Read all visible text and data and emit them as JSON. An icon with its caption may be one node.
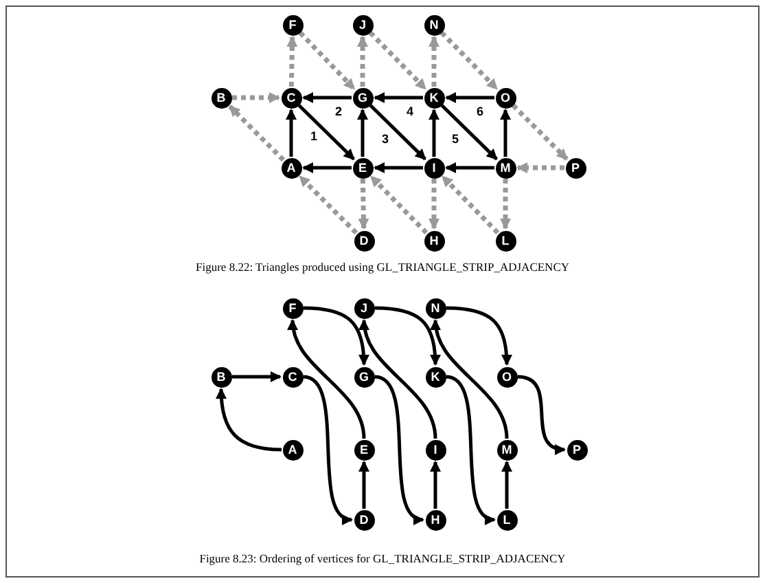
{
  "diagram": {
    "nodes": [
      {
        "text": [
          "F"
        ]
      },
      {
        "text": [
          "J"
        ]
      },
      {
        "text": [
          "N"
        ]
      },
      {
        "text": [
          "B"
        ]
      },
      {
        "text": [
          "C"
        ]
      },
      {
        "text": [
          "G"
        ]
      },
      {
        "text": [
          "K"
        ]
      },
      {
        "text": [
          "O"
        ]
      },
      {
        "text": [
          "A"
        ]
      },
      {
        "text": [
          "E"
        ]
      },
      {
        "text": [
          "I"
        ]
      },
      {
        "text": [
          "M"
        ]
      },
      {
        "text": [
          "P"
        ]
      },
      {
        "text": [
          "D"
        ]
      },
      {
        "text": [
          "H"
        ]
      },
      {
        "text": [
          "L"
        ]
      },
      {
        "text": [
          "F"
        ]
      },
      {
        "text": [
          "J"
        ]
      },
      {
        "text": [
          "N"
        ]
      },
      {
        "text": [
          "B"
        ]
      },
      {
        "text": [
          "C"
        ]
      },
      {
        "text": [
          "G"
        ]
      },
      {
        "text": [
          "K"
        ]
      },
      {
        "text": [
          "O"
        ]
      },
      {
        "text": [
          "A"
        ]
      },
      {
        "text": [
          "E"
        ]
      },
      {
        "text": [
          "I"
        ]
      },
      {
        "text": [
          "M"
        ]
      },
      {
        "text": [
          "P"
        ]
      },
      {
        "text": [
          "D"
        ]
      },
      {
        "text": [
          "H"
        ]
      },
      {
        "text": [
          "L"
        ]
      }
    ],
    "edges": [
      {
        "from": 5,
        "to": 4,
        "arrow": "to"
      },
      {
        "from": 6,
        "to": 5,
        "arrow": "to"
      },
      {
        "from": 7,
        "to": 6,
        "arrow": "to"
      },
      {
        "from": 8,
        "to": 4,
        "arrow": "to"
      },
      {
        "from": 9,
        "to": 5,
        "arrow": "to"
      },
      {
        "from": 10,
        "to": 6,
        "arrow": "to"
      },
      {
        "from": 11,
        "to": 7,
        "arrow": "to"
      },
      {
        "from": 4,
        "to": 9,
        "arrow": "to"
      },
      {
        "from": 5,
        "to": 10,
        "arrow": "to"
      },
      {
        "from": 6,
        "to": 11,
        "arrow": "to"
      },
      {
        "from": 9,
        "to": 8,
        "arrow": "to"
      },
      {
        "from": 10,
        "to": 9,
        "arrow": "to"
      },
      {
        "from": 11,
        "to": 10,
        "arrow": "to"
      },
      {
        "from": 3,
        "to": 4,
        "arrow": "to",
        "style": "dashed",
        "color": "#999999"
      },
      {
        "from": 8,
        "to": 3,
        "arrow": "to",
        "style": "dashed",
        "color": "#999999"
      },
      {
        "from": 4,
        "to": 0,
        "arrow": "to",
        "style": "dashed",
        "color": "#999999"
      },
      {
        "from": 0,
        "to": 5,
        "arrow": "to",
        "style": "dashed",
        "color": "#999999"
      },
      {
        "from": 5,
        "to": 1,
        "arrow": "to",
        "style": "dashed",
        "color": "#999999"
      },
      {
        "from": 1,
        "to": 6,
        "arrow": "to",
        "style": "dashed",
        "color": "#999999"
      },
      {
        "from": 6,
        "to": 2,
        "arrow": "to",
        "style": "dashed",
        "color": "#999999"
      },
      {
        "from": 2,
        "to": 7,
        "arrow": "to",
        "style": "dashed",
        "color": "#999999"
      },
      {
        "from": 7,
        "to": 12,
        "arrow": "to",
        "style": "dashed",
        "color": "#999999"
      },
      {
        "from": 12,
        "to": 11,
        "arrow": "to",
        "style": "dashed",
        "color": "#999999"
      },
      {
        "from": 13,
        "to": 8,
        "arrow": "to",
        "style": "dashed",
        "color": "#999999"
      },
      {
        "from": 9,
        "to": 13,
        "arrow": "to",
        "style": "dashed",
        "color": "#999999"
      },
      {
        "from": 14,
        "to": 9,
        "arrow": "to",
        "style": "dashed",
        "color": "#999999"
      },
      {
        "from": 10,
        "to": 14,
        "arrow": "to",
        "style": "dashed",
        "color": "#999999"
      },
      {
        "from": 15,
        "to": 10,
        "arrow": "to",
        "style": "dashed",
        "color": "#999999"
      },
      {
        "from": 11,
        "to": 15,
        "arrow": "to",
        "style": "dashed",
        "color": "#999999"
      },
      {
        "from": 24,
        "to": 19,
        "arrow": "to"
      },
      {
        "from": 19,
        "to": 20,
        "arrow": "to"
      },
      {
        "from": 20,
        "to": 29,
        "arrow": "to"
      },
      {
        "from": 29,
        "to": 25,
        "arrow": "to"
      },
      {
        "from": 25,
        "to": 16,
        "arrow": "to"
      },
      {
        "from": 16,
        "to": 21,
        "arrow": "to"
      },
      {
        "from": 21,
        "to": 30,
        "arrow": "to"
      },
      {
        "from": 30,
        "to": 26,
        "arrow": "to"
      },
      {
        "from": 26,
        "to": 17,
        "arrow": "to"
      },
      {
        "from": 17,
        "to": 22,
        "arrow": "to"
      },
      {
        "from": 22,
        "to": 31,
        "arrow": "to"
      },
      {
        "from": 31,
        "to": 27,
        "arrow": "to"
      },
      {
        "from": 27,
        "to": 18,
        "arrow": "to"
      },
      {
        "from": 18,
        "to": 23,
        "arrow": "to"
      },
      {
        "from": 23,
        "to": 28,
        "arrow": "to"
      }
    ],
    "labels": [
      "1",
      "2",
      "3",
      "4",
      "5",
      "6",
      "Figure 8.22: Triangles produced using GL_TRIANGLE_STRIP_ADJACENCY",
      "Figure 8.23: Ordering of vertices for GL_TRIANGLE_STRIP_ADJACENCY"
    ]
  }
}
